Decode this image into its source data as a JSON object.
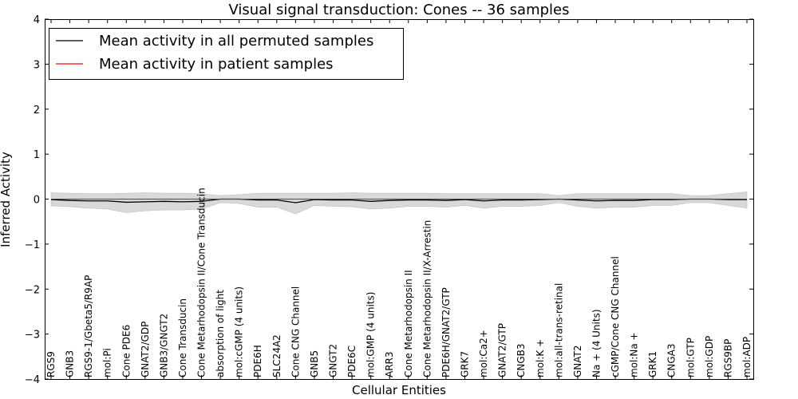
{
  "chart_data": {
    "type": "line",
    "title": "Visual signal transduction: Cones -- 36 samples",
    "xlabel": "Cellular Entities",
    "ylabel": "Inferred Activity",
    "ylim": [
      -4,
      4
    ],
    "yticks": [
      -4,
      -3,
      -2,
      -1,
      0,
      1,
      2,
      3,
      4
    ],
    "ytick_labels": [
      "−4",
      "−3",
      "−2",
      "−1",
      "0",
      "1",
      "2",
      "3",
      "4"
    ],
    "grid": false,
    "legend_position": "top-left",
    "categories": [
      "RGS9",
      "GNB3",
      "RGS9-1/Gbeta5/R9AP",
      "mol:Pi",
      "Cone PDE6",
      "GNAT2/GDP",
      "GNB3/GNGT2",
      "Cone Transducin",
      "Cone Metarhodopsin II/Cone Transducin",
      "absorption of light",
      "mol:cGMP (4 units)",
      "PDE6H",
      "SLC24A2",
      "Cone CNG Channel",
      "GNB5",
      "GNGT2",
      "PDE6C",
      "mol:GMP (4 units)",
      "ARR3",
      "Cone Metarhodopsin II",
      "Cone Metarhodopsin II/X-Arrestin",
      "PDE6H/GNAT2/GTP",
      "GRK7",
      "mol:Ca2+",
      "GNAT2/GTP",
      "CNGB3",
      "mol:K +",
      "mol:all-trans-retinal",
      "GNAT2",
      "Na + (4 Units)",
      "cGMP/Cone CNG Channel",
      "mol:Na +",
      "GRK1",
      "CNGA3",
      "mol:GTP",
      "mol:GDP",
      "RGS9BP",
      "mol:ADP"
    ],
    "series": [
      {
        "name": "Mean activity in all permuted samples",
        "color": "#000000",
        "values": [
          -0.01,
          -0.03,
          -0.04,
          -0.04,
          -0.07,
          -0.06,
          -0.05,
          -0.06,
          -0.05,
          0.0,
          0.0,
          -0.02,
          -0.02,
          -0.08,
          -0.01,
          -0.02,
          -0.02,
          -0.05,
          -0.03,
          -0.02,
          -0.02,
          -0.03,
          -0.01,
          -0.04,
          -0.02,
          -0.02,
          -0.01,
          0.0,
          -0.02,
          -0.04,
          -0.03,
          -0.03,
          -0.01,
          -0.01,
          0.0,
          0.0,
          -0.01,
          -0.01
        ]
      },
      {
        "name": "Mean activity in patient samples",
        "color": "#ff0000",
        "values": [
          0,
          0,
          0,
          0,
          0,
          0,
          0,
          0,
          0,
          0,
          0,
          0,
          0,
          0,
          0,
          0,
          0,
          0,
          0,
          0,
          0,
          0,
          0,
          0,
          0,
          0,
          0,
          0,
          0,
          0,
          0,
          0,
          0,
          0,
          0,
          0,
          0,
          0
        ]
      }
    ],
    "band": {
      "color": "#d9d9d9",
      "lower": [
        -0.15,
        -0.17,
        -0.2,
        -0.22,
        -0.3,
        -0.26,
        -0.24,
        -0.24,
        -0.22,
        -0.08,
        -0.1,
        -0.18,
        -0.18,
        -0.33,
        -0.14,
        -0.16,
        -0.17,
        -0.22,
        -0.2,
        -0.16,
        -0.16,
        -0.18,
        -0.14,
        -0.2,
        -0.16,
        -0.16,
        -0.14,
        -0.08,
        -0.16,
        -0.2,
        -0.18,
        -0.18,
        -0.14,
        -0.14,
        -0.08,
        -0.08,
        -0.14,
        -0.2
      ],
      "upper": [
        0.14,
        0.13,
        0.12,
        0.12,
        0.13,
        0.14,
        0.13,
        0.13,
        0.12,
        0.08,
        0.1,
        0.13,
        0.13,
        0.13,
        0.13,
        0.13,
        0.14,
        0.13,
        0.13,
        0.13,
        0.13,
        0.12,
        0.12,
        0.12,
        0.12,
        0.12,
        0.12,
        0.08,
        0.12,
        0.12,
        0.12,
        0.12,
        0.12,
        0.12,
        0.08,
        0.08,
        0.12,
        0.16
      ]
    }
  }
}
